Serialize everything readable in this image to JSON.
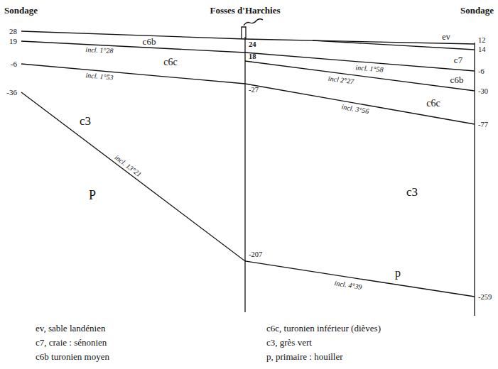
{
  "diagram": {
    "labels": [
      "Sondage",
      "Fosses d'Harchies",
      "Sondage",
      "28",
      "19",
      "-6",
      "-36",
      "24",
      "18",
      "-27",
      "-207",
      "12",
      "14",
      "-6",
      "-30",
      "-77",
      "-259",
      "c6b",
      "c6c",
      "c3",
      "P",
      "ev",
      "c7",
      "c6b",
      "c6c",
      "c3",
      "p",
      "incl. 1°28",
      "incl. 1°53",
      "incl. 13°21",
      "incl. 1°58",
      "incl 2°27",
      "incl. 3°56",
      "incl. 4°39"
    ],
    "legend": [
      {
        "text": "ev, sable landénien"
      },
      {
        "text": "c7, craie : sénonien"
      },
      {
        "text": "c6b turonien moyen"
      },
      {
        "text": "c6c, turonien inférieur (dièves)"
      },
      {
        "text": "c3, grès vert"
      },
      {
        "text": "p, primaire : houiller"
      }
    ]
  }
}
